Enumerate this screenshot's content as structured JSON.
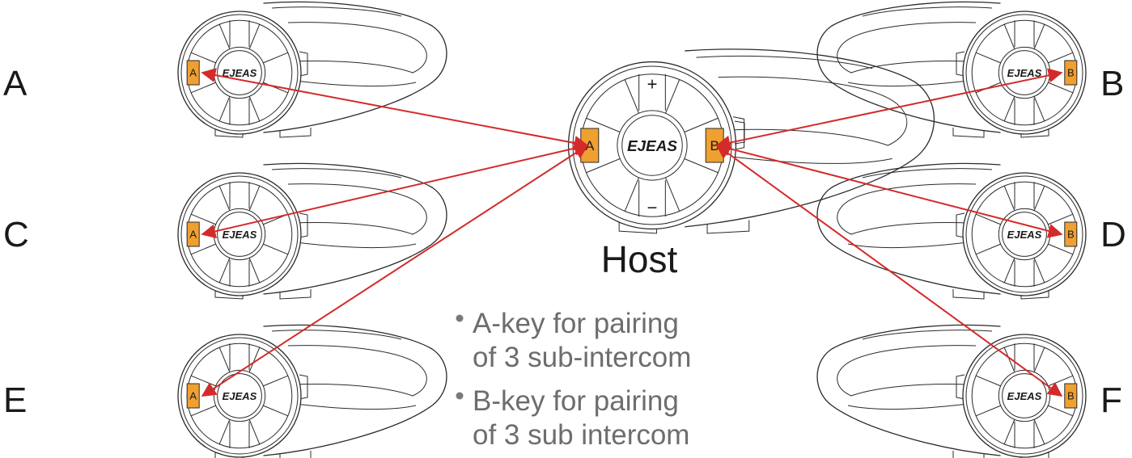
{
  "brand": "EJEAS",
  "host": {
    "label": "Host",
    "key_a": "A",
    "key_b": "B",
    "plus": "+",
    "minus": "−"
  },
  "units": [
    {
      "id": "A",
      "label": "A",
      "key": "A"
    },
    {
      "id": "C",
      "label": "C",
      "key": "A"
    },
    {
      "id": "E",
      "label": "E",
      "key": "A"
    },
    {
      "id": "B",
      "label": "B",
      "key": "B"
    },
    {
      "id": "D",
      "label": "D",
      "key": "B"
    },
    {
      "id": "F",
      "label": "F",
      "key": "B"
    }
  ],
  "notes": [
    {
      "line1": "A-key for pairing",
      "line2": "of 3 sub-intercom"
    },
    {
      "line1": "B-key for pairing",
      "line2": "of 3 sub intercom"
    }
  ],
  "colors": {
    "key": "#f0a030",
    "arrow": "#d42a2a",
    "note_text": "#6d6d6d"
  }
}
